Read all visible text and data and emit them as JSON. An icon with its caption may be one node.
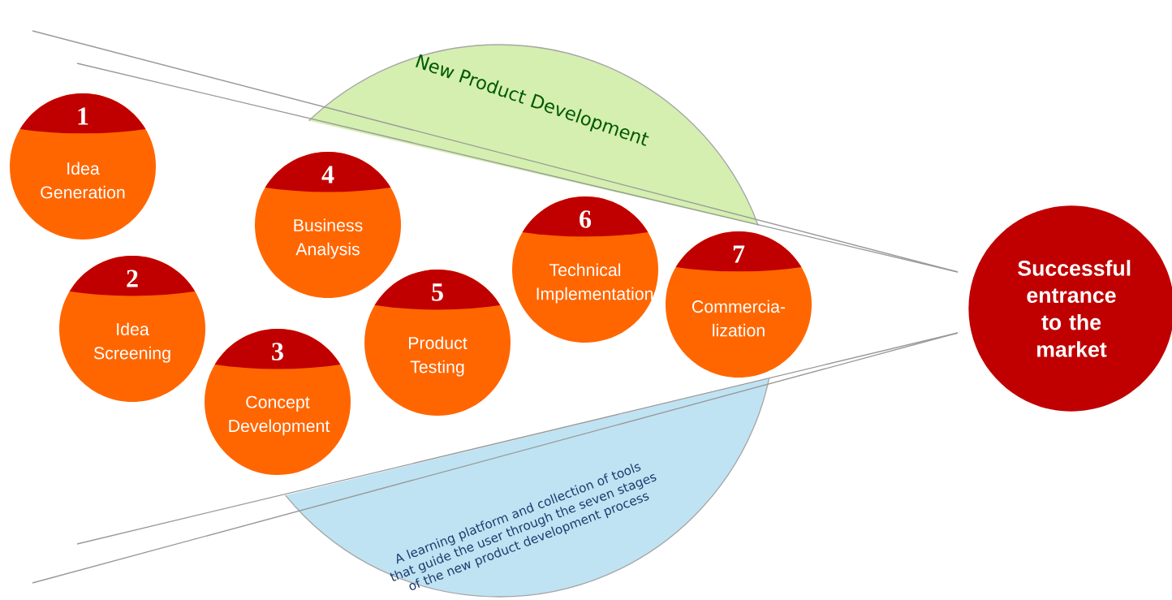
{
  "diagram": {
    "nodes": [
      {
        "text": [
          "New Product Development"
        ]
      },
      {
        "text": [
          "A learning platform and collection of tools that guide the user through the seven stages of the new product development process"
        ]
      },
      {
        "text": [
          "1",
          "Idea Generation"
        ]
      },
      {
        "text": [
          "2",
          "Idea Screening"
        ]
      },
      {
        "text": [
          "3",
          "Concept Development"
        ]
      },
      {
        "text": [
          "4",
          "Business Analysis"
        ]
      },
      {
        "text": [
          "5",
          "Product Testing"
        ]
      },
      {
        "text": [
          "6",
          "Technical Implementation"
        ]
      },
      {
        "text": [
          "7",
          "Commercia- lization"
        ]
      },
      {
        "text": [
          "Successful entrance to the market"
        ]
      }
    ]
  }
}
